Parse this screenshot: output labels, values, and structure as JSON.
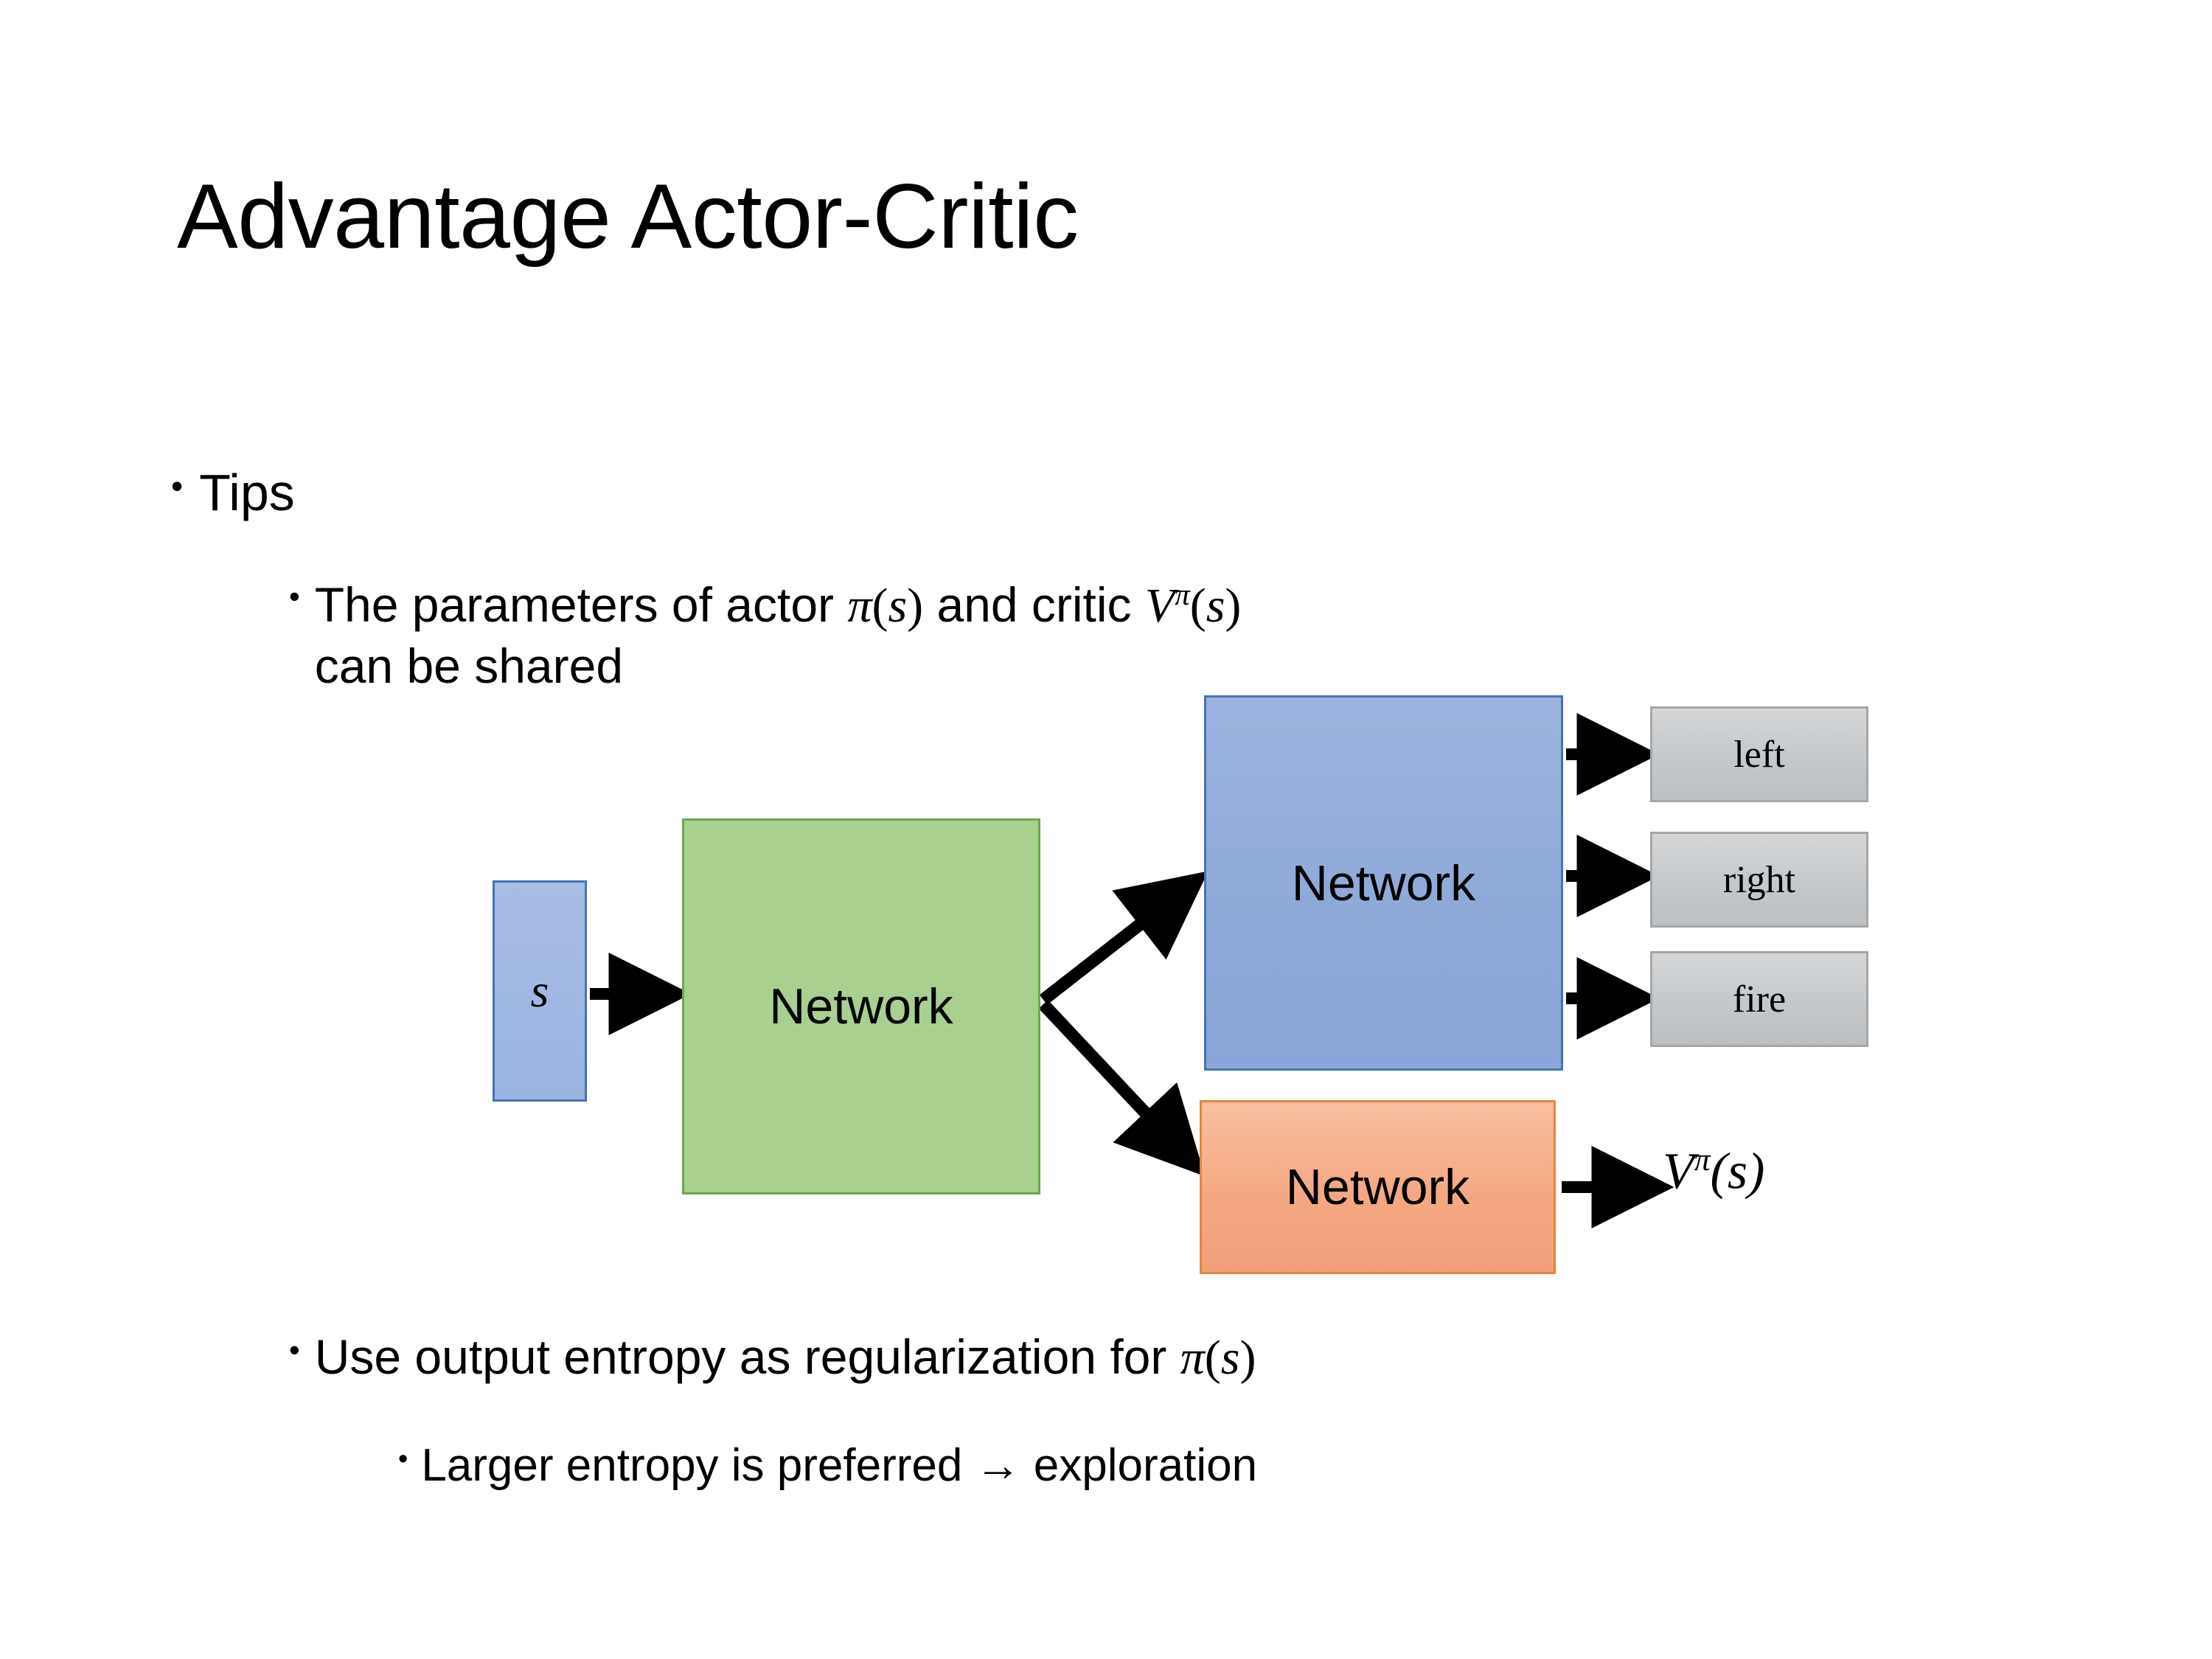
{
  "slide": {
    "title": "Advantage Actor-Critic",
    "background_color": "#ffffff",
    "text_color": "#000000"
  },
  "bullets": {
    "tips": {
      "marker": "•",
      "text": "Tips"
    },
    "params": {
      "marker": "•",
      "text_before": "The parameters of actor ",
      "math_actor": "π(s)",
      "text_middle": " and critic ",
      "math_critic": "Vπ(s)",
      "text_line2": "can be shared",
      "full_text": "The parameters of actor π(s) and critic Vπ(s) can be shared"
    },
    "entropy": {
      "marker": "•",
      "text_before": "Use output entropy as regularization for ",
      "math": "π(s)",
      "full_text": "Use output entropy as regularization for π(s)"
    },
    "larger": {
      "marker": "•",
      "text": "Larger entropy is preferred → exploration"
    }
  },
  "diagram": {
    "input": {
      "label": "s",
      "fill": "#9ab4e2",
      "stroke": "#4472b8"
    },
    "shared_network": {
      "label": "Network",
      "fill": "#a9d08e",
      "stroke": "#6aa84f"
    },
    "actor_network": {
      "label": "Network",
      "fill": "#8faad9",
      "stroke": "#4472b8"
    },
    "critic_network": {
      "label": "Network",
      "fill": "#f4a882",
      "stroke": "#e0873f"
    },
    "actions": [
      {
        "label": "left",
        "fill": "#c5c8ca",
        "stroke": "#a6a6a6"
      },
      {
        "label": "right",
        "fill": "#c5c8ca",
        "stroke": "#a6a6a6"
      },
      {
        "label": "fire",
        "fill": "#c5c8ca",
        "stroke": "#a6a6a6"
      }
    ],
    "critic_output": {
      "base": "V",
      "superscript": "π",
      "arg": "(s)"
    },
    "arrow_color": "#000000"
  },
  "symbols": {
    "pi": "π",
    "s": "s",
    "V": "V",
    "arrow_right": "→"
  }
}
